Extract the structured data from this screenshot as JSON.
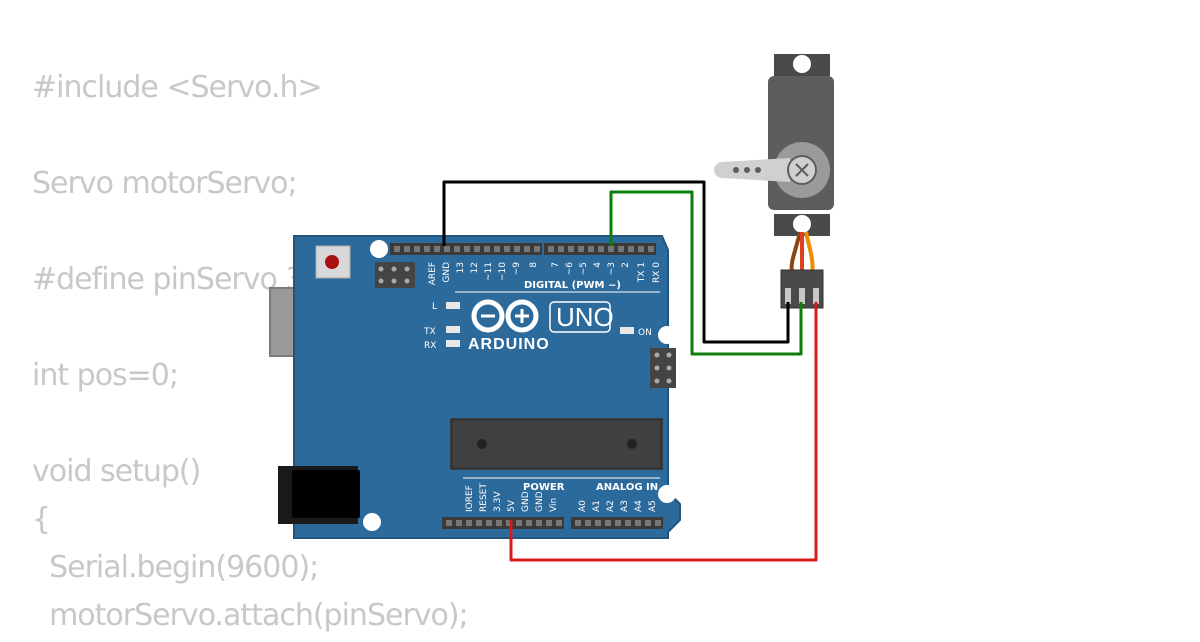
{
  "code_lines": [
    "#include <Servo.h>",
    "",
    "Servo motorServo;",
    "",
    "#define pinServo 3",
    "",
    "int pos=0;",
    "",
    "void setup()",
    "{",
    "  Serial.begin(9600);",
    "  motorServo.attach(pinServo);"
  ],
  "board": {
    "logo_text": "ARDUINO",
    "model": "UNO",
    "on_label": "ON",
    "l_label": "L",
    "tx_label": "TX",
    "rx_label": "RX",
    "digital_label": "DIGITAL (PWM ~)",
    "power_label": "POWER",
    "analog_label": "ANALOG IN",
    "digital_pins_left": [
      "AREF",
      "GND",
      "13",
      "12",
      "~11",
      "~10",
      "~9",
      "8"
    ],
    "digital_pins_right": [
      "7",
      "~6",
      "~5",
      "4",
      "~3",
      "2",
      "TX 1",
      "RX 0"
    ],
    "power_pins": [
      "IOREF",
      "RESET",
      "3.3V",
      "5V",
      "GND",
      "GND",
      "Vin"
    ],
    "analog_pins": [
      "A0",
      "A1",
      "A2",
      "A3",
      "A4",
      "A5"
    ]
  },
  "colors": {
    "board": "#2c6a9c",
    "board_edge": "#22557e",
    "wire_gnd": "#000000",
    "wire_signal": "#0a7d0a",
    "wire_power": "#d91a1a",
    "servo_body": "#5d5d5d",
    "code_text": "#c8c8c8"
  }
}
